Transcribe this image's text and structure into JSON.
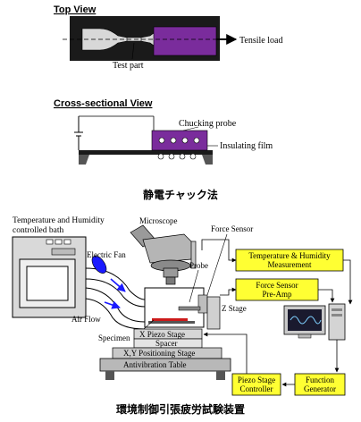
{
  "top_view": {
    "heading": "Top View",
    "tensile_load_label": "Tensile load",
    "test_part_label": "Test part"
  },
  "cross_section": {
    "heading": "Cross-sectional View",
    "chucking_probe_label": "Chucking probe",
    "insulating_film_label": "Insulating film"
  },
  "caption_chuck": "静電チャック法",
  "apparatus": {
    "bath_label_line1": "Temperature and Humidity",
    "bath_label_line2": "controlled bath",
    "microscope_label": "Microscope",
    "force_sensor_label": "Force Sensor",
    "electric_fan_label": "Electric Fan",
    "probe_label": "Probe",
    "z_stage_label": "Z Stage",
    "air_flow_label": "Air Flow",
    "specimen_label": "Specimen",
    "x_piezo_stage_label": "X Piezo Stage",
    "spacer_label": "Spacer",
    "xy_positioning_stage_label": "X,Y Positioning Stage",
    "antivibration_table_label": "Antivibration Table",
    "temp_humidity_measurement_line1": "Temperature & Humidity",
    "temp_humidity_measurement_line2": "Measurement",
    "force_sensor_preamp_line1": "Force Sensor",
    "force_sensor_preamp_line2": "Pre-Amp",
    "piezo_stage_controller_line1": "Piezo Stage",
    "piezo_stage_controller_line2": "Controller",
    "function_generator_line1": "Function",
    "function_generator_line2": "Generator"
  },
  "caption_apparatus": "環境制御引張疲労試験装置",
  "colors": {
    "probe_purple": "#7a2c9c",
    "box_yellow": "#ffff33",
    "flow_blue": "#1a1aff",
    "specimen_red": "#cc1a1a",
    "dark": "#1a1a1a"
  }
}
